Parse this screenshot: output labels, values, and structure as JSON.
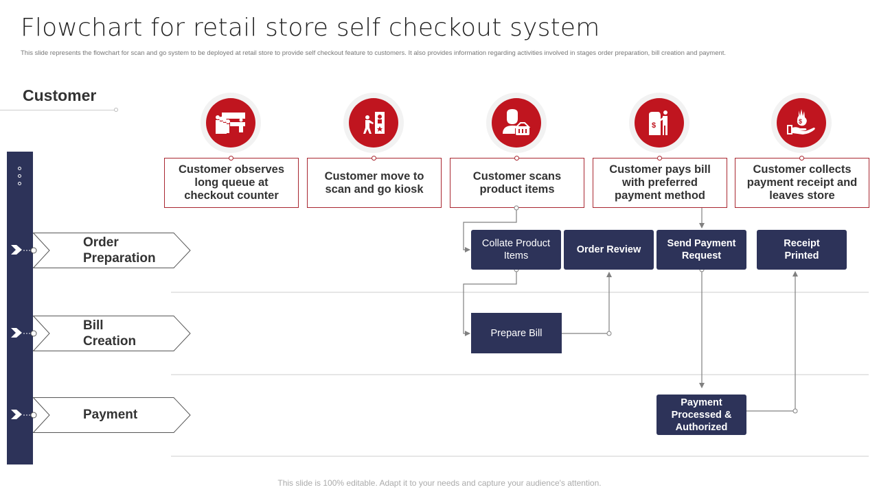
{
  "header": {
    "title": "Flowchart for retail store self checkout system",
    "subtitle": "This slide represents the flowchart for scan and go system to be deployed at retail store to provide self checkout feature to customers. It also provides information regarding activities involved in stages order preparation, bill creation and payment."
  },
  "customer_lane": {
    "label": "Customer"
  },
  "stages": [
    {
      "line1": "Order",
      "line2": "Preparation"
    },
    {
      "line1": "Bill",
      "line2": "Creation"
    },
    {
      "line1": "Payment",
      "line2": ""
    }
  ],
  "customer_steps": [
    {
      "icon": "checkout-queue-icon",
      "text": "Customer observes long queue at checkout counter"
    },
    {
      "icon": "kiosk-icon",
      "text": "Customer move to scan and go kiosk"
    },
    {
      "icon": "shopper-basket-icon",
      "text": "Customer scans product items"
    },
    {
      "icon": "payment-terminal-icon",
      "text": "Customer pays bill with preferred payment method"
    },
    {
      "icon": "hand-money-icon",
      "text": "Customer collects payment receipt and leaves store"
    }
  ],
  "process_nodes": {
    "collate": "Collate Product Items",
    "order_review": "Order Review",
    "send_payment": "Send Payment Request",
    "receipt": "Receipt Printed",
    "prepare_bill": "Prepare Bill",
    "payment_processed": "Payment Processed & Authorized"
  },
  "colors": {
    "navy": "#2d3359",
    "red": "#c0151f",
    "box_border": "#a8252f",
    "connector": "#808080"
  },
  "footer": "This slide is 100% editable. Adapt it to your needs and capture your audience's attention."
}
